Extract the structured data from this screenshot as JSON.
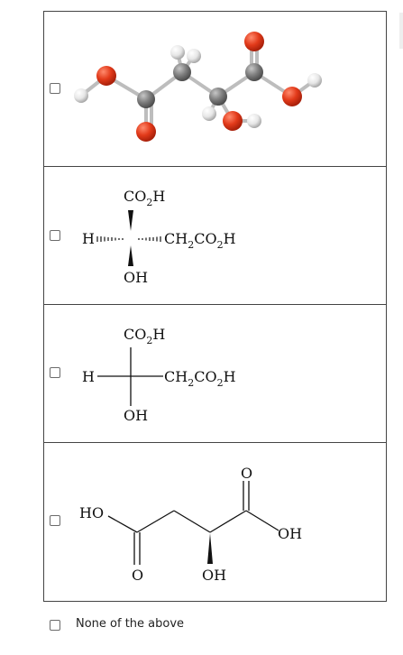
{
  "options": [
    {
      "id": "option-1",
      "kind": "ball-and-stick model",
      "colors": {
        "oxygen": "#e23a1a",
        "carbon": "#7d7d7d",
        "hydrogen": "#e6e6e6"
      }
    },
    {
      "id": "option-2",
      "kind": "wedge-dash projection",
      "top_group_main": "CO",
      "top_group_sub": "2",
      "top_group_tail": "H",
      "left_group": "H",
      "right_group_1": "CH",
      "right_group_1_sub": "2",
      "right_group_2": "CO",
      "right_group_2_sub": "2",
      "right_group_tail": "H",
      "bottom_group": "OH"
    },
    {
      "id": "option-3",
      "kind": "Fischer projection",
      "top_group_main": "CO",
      "top_group_sub": "2",
      "top_group_tail": "H",
      "left_group": "H",
      "right_group_1": "CH",
      "right_group_1_sub": "2",
      "right_group_2": "CO",
      "right_group_2_sub": "2",
      "right_group_tail": "H",
      "bottom_group": "OH"
    },
    {
      "id": "option-4",
      "kind": "skeletal structure",
      "left_label": "HO",
      "bottom_left_o": "O",
      "bottom_oh": "OH",
      "top_right_o": "O",
      "right_oh": "OH"
    }
  ],
  "none_option": {
    "label": "None of the above"
  }
}
